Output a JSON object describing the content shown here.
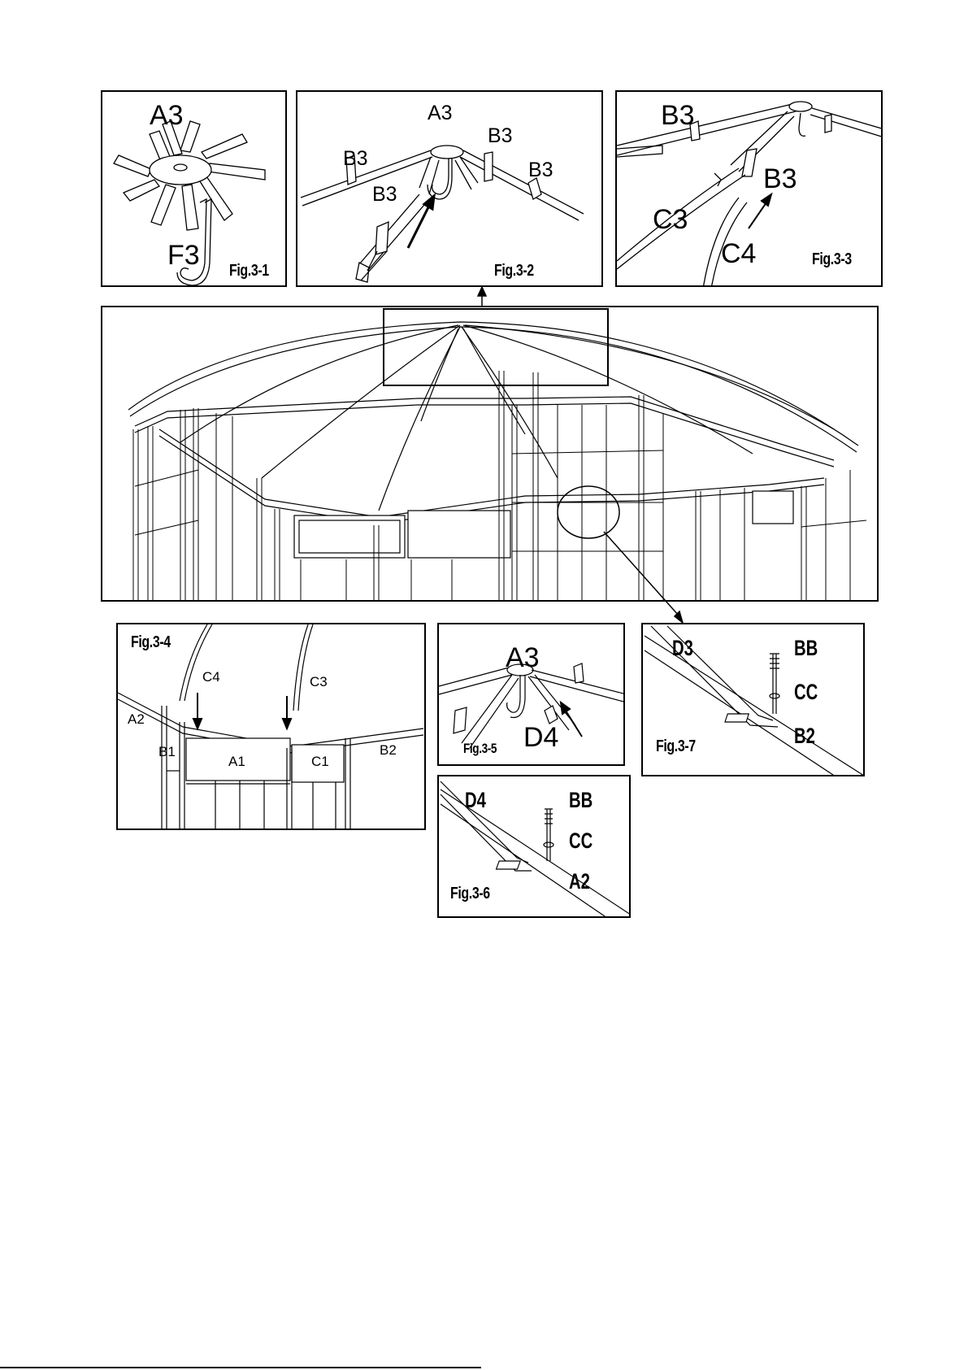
{
  "fig3_1": {
    "labels": {
      "a3": "A3",
      "f3": "F3"
    },
    "caption": "Fig.3-1"
  },
  "fig3_2": {
    "labels": {
      "a3": "A3",
      "b3_top": "B3",
      "b3_left": "B3",
      "b3_right": "B3",
      "b3_lower": "B3"
    },
    "caption": "Fig.3-2"
  },
  "fig3_3": {
    "labels": {
      "b3_top": "B3",
      "b3_mid": "B3",
      "c3": "C3",
      "c4": "C4"
    },
    "caption": "Fig.3-3"
  },
  "fig3_4": {
    "labels": {
      "c4": "C4",
      "c3": "C3",
      "a2": "A2",
      "b1": "B1",
      "a1": "A1",
      "c1": "C1",
      "b2": "B2"
    },
    "caption": "Fig.3-4"
  },
  "fig3_5": {
    "labels": {
      "a3": "A3",
      "d4": "D4"
    },
    "caption": "Fig.3-5"
  },
  "fig3_6": {
    "labels": {
      "d4": "D4",
      "bb": "BB",
      "cc": "CC",
      "a2": "A2"
    },
    "caption": "Fig.3-6"
  },
  "fig3_7": {
    "labels": {
      "d3": "D3",
      "bb": "BB",
      "cc": "CC",
      "b2": "B2"
    },
    "caption": "Fig.3-7"
  }
}
